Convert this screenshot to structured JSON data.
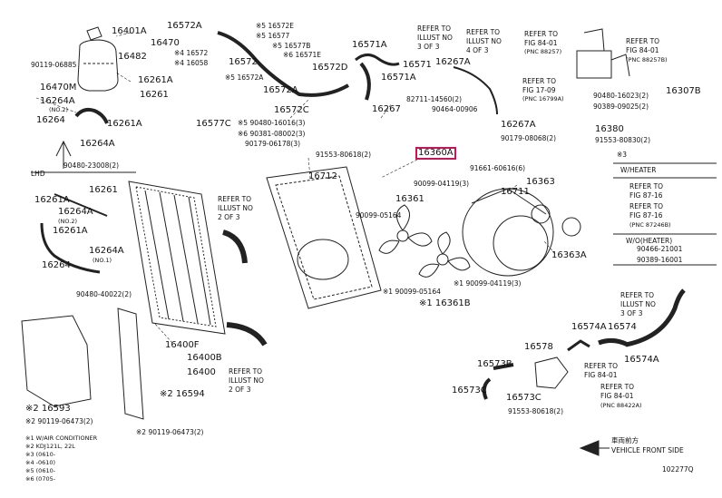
{
  "diagram": {
    "figure_id": "102277Q",
    "highlighted_part": "16360A",
    "vehicle_front_side_jp": "車両前方",
    "vehicle_front_side": "VEHICLE FRONT SIDE",
    "footnotes": [
      "※1 W/AIR CONDITIONER",
      "※2 KDJ121L, 22L",
      "※3 (0610-",
      "※4 -0610)",
      "※5 (0610-",
      "※6 (0705-"
    ]
  },
  "labels": [
    {
      "text": "16401A"
    },
    {
      "text": "16470"
    },
    {
      "text": "16482"
    },
    {
      "text": "90119-06885"
    },
    {
      "text": "16470M"
    },
    {
      "text": "(NO.2)"
    },
    {
      "text": "16261A"
    },
    {
      "text": "16261"
    },
    {
      "text": "16264A"
    },
    {
      "text": "16264"
    },
    {
      "text": "16261A"
    },
    {
      "text": "16264A"
    },
    {
      "text": "90480-23008(2)"
    },
    {
      "text": "LHD"
    },
    {
      "text": "16261"
    },
    {
      "text": "16261A"
    },
    {
      "text": "16264A"
    },
    {
      "text": "(NO.2)"
    },
    {
      "text": "16261A"
    },
    {
      "text": "16264A"
    },
    {
      "text": "(NO.1)"
    },
    {
      "text": "16264"
    },
    {
      "text": "90480-40022(2)"
    },
    {
      "text": "※2 16593"
    },
    {
      "text": "※2 90119-06473(2)"
    },
    {
      "text": "※2 16594"
    },
    {
      "text": "※2 90119-06473(2)"
    },
    {
      "text": "16400F"
    },
    {
      "text": "16400B"
    },
    {
      "text": "16400"
    },
    {
      "text": "REFER TO"
    },
    {
      "text": "ILLUST NO"
    },
    {
      "text": "2 OF 3"
    },
    {
      "text": "REFER TO"
    },
    {
      "text": "ILLUST NO"
    },
    {
      "text": "2 OF 3"
    },
    {
      "text": "16572A"
    },
    {
      "text": "※4 16572"
    },
    {
      "text": "※4 16058"
    },
    {
      "text": "※5 16572E"
    },
    {
      "text": "※5 16577"
    },
    {
      "text": "※5 16577B"
    },
    {
      "text": "16572"
    },
    {
      "text": "※6 16571E"
    },
    {
      "text": "16572D"
    },
    {
      "text": "※5 16572A"
    },
    {
      "text": "16572A"
    },
    {
      "text": "16572C"
    },
    {
      "text": "16577C"
    },
    {
      "text": "※5 90480-16016(3)"
    },
    {
      "text": "※6 90381-08002(3)"
    },
    {
      "text": "90179-06178(3)"
    },
    {
      "text": "16571A"
    },
    {
      "text": "REFER TO"
    },
    {
      "text": "ILLUST NO"
    },
    {
      "text": "3 OF 3"
    },
    {
      "text": "REFER TO"
    },
    {
      "text": "ILLUST NO"
    },
    {
      "text": "4 OF 3"
    },
    {
      "text": "16571"
    },
    {
      "text": "16267A"
    },
    {
      "text": "16571A"
    },
    {
      "text": "82711-14560(2)"
    },
    {
      "text": "16267"
    },
    {
      "text": "90464-00906"
    },
    {
      "text": "16267A"
    },
    {
      "text": "90179-08068(2)"
    },
    {
      "text": "91553-80618(2)"
    },
    {
      "text": "16360A"
    },
    {
      "text": "16712"
    },
    {
      "text": "91661-60616(6)"
    },
    {
      "text": "90099-04119(3)"
    },
    {
      "text": "16711"
    },
    {
      "text": "16363"
    },
    {
      "text": "16361"
    },
    {
      "text": "90099-05164"
    },
    {
      "text": "16363A"
    },
    {
      "text": "※1 90099-05164"
    },
    {
      "text": "※1 90099-04119(3)"
    },
    {
      "text": "※1 16361B"
    },
    {
      "text": "REFER TO"
    },
    {
      "text": "FIG 84-01"
    },
    {
      "text": "(PNC 88257)"
    },
    {
      "text": "REFER TO"
    },
    {
      "text": "FIG 84-01"
    },
    {
      "text": "(PNC 88257B)"
    },
    {
      "text": "REFER TO"
    },
    {
      "text": "FIG 17-09"
    },
    {
      "text": "(PNC 16799A)"
    },
    {
      "text": "90480-16023(2)"
    },
    {
      "text": "90389-09025(2)"
    },
    {
      "text": "16307B"
    },
    {
      "text": "16380"
    },
    {
      "text": "91553-80830(2)"
    },
    {
      "text": "※3"
    },
    {
      "text": "W/HEATER"
    },
    {
      "text": "REFER TO"
    },
    {
      "text": "FIG 87-16"
    },
    {
      "text": "REFER TO"
    },
    {
      "text": "FIG 87-16"
    },
    {
      "text": "(PNC 87246B)"
    },
    {
      "text": "W/O(HEATER)"
    },
    {
      "text": "90466-21001"
    },
    {
      "text": "90389-16001"
    },
    {
      "text": "REFER TO"
    },
    {
      "text": "ILLUST NO"
    },
    {
      "text": "3 OF 3"
    },
    {
      "text": "16574A"
    },
    {
      "text": "16574"
    },
    {
      "text": "16578"
    },
    {
      "text": "16574A"
    },
    {
      "text": "16573B"
    },
    {
      "text": "REFER TO"
    },
    {
      "text": "FIG 84-01"
    },
    {
      "text": "REFER TO"
    },
    {
      "text": "FIG 84-01"
    },
    {
      "text": "(PNC 88422A)"
    },
    {
      "text": "16573C"
    },
    {
      "text": "16573C"
    },
    {
      "text": "91553-80618(2)"
    }
  ]
}
